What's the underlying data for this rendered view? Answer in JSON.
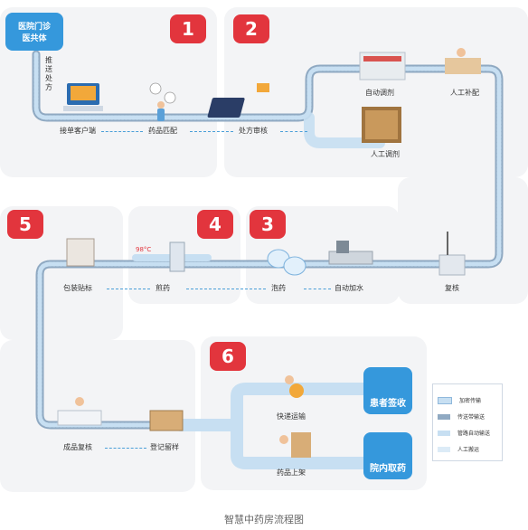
{
  "clinic": {
    "line1": "医院门诊",
    "line2": "医共体"
  },
  "push_label": "推送处方",
  "badges": [
    "1",
    "2",
    "3",
    "4",
    "5",
    "6"
  ],
  "steps": {
    "client": "接单客户端",
    "match": "药品匹配",
    "review": "处方审核",
    "auto": "自动调剂",
    "manual_fill": "人工补配",
    "manual": "人工调剂",
    "recheck": "复核",
    "water": "自动加水",
    "soak": "泡药",
    "decoct": "煎药",
    "pack": "包装贴标",
    "final": "成品复核",
    "register": "登记留样",
    "express": "快递运输",
    "shelf": "药品上架",
    "patient": "患者签收",
    "pickup": "院内取药"
  },
  "legend": [
    "加密传输",
    "传送带输送",
    "管路自动输送",
    "人工搬运"
  ],
  "colors": {
    "belt": "#c7dff2",
    "belt_dark": "#8fa9c2",
    "accent": "#e2353d",
    "blue": "#3598dc"
  },
  "caption": "智慧中药房流程图"
}
